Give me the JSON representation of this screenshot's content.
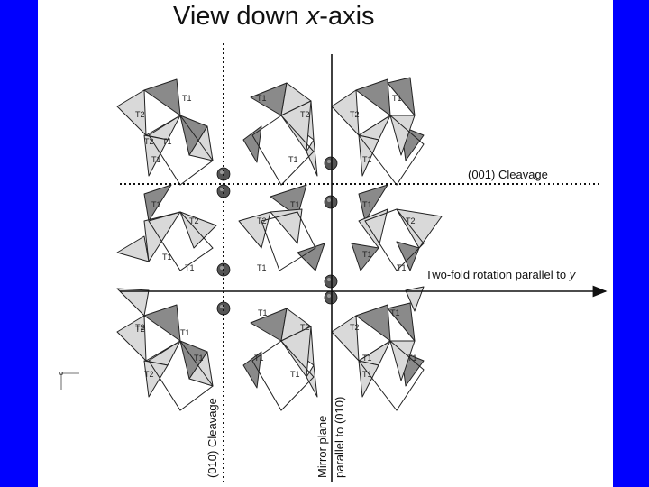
{
  "title": {
    "prefix": "View down ",
    "axis_var": "x",
    "suffix": "-axis"
  },
  "annotations": {
    "cleavage_001": "(001) Cleavage",
    "twofold_prefix": "Two-fold rotation parallel to ",
    "twofold_axis": "y",
    "cleavage_010": "(010) Cleavage",
    "mirror_line1": "Mirror plane",
    "mirror_line2": "parallel to (010)"
  },
  "tetra_labels": [
    {
      "t": "T1"
    },
    {
      "t": "T1"
    },
    {
      "t": "T1"
    },
    {
      "t": "T1"
    },
    {
      "t": "T2"
    },
    {
      "t": "T2"
    },
    {
      "t": "T2"
    },
    {
      "t": "T2"
    },
    {
      "t": "T2"
    },
    {
      "t": "T2"
    },
    {
      "t": "T1"
    },
    {
      "t": "T1"
    },
    {
      "t": "T1"
    },
    {
      "t": "T1"
    },
    {
      "t": "T1"
    },
    {
      "t": "T1"
    },
    {
      "t": "T2"
    },
    {
      "t": "T2"
    },
    {
      "t": "T1"
    },
    {
      "t": "T1"
    },
    {
      "t": "T1"
    },
    {
      "t": "T1"
    },
    {
      "t": "T1"
    },
    {
      "t": "T1"
    },
    {
      "t": "T1"
    },
    {
      "t": "T1"
    },
    {
      "t": "T2"
    },
    {
      "t": "T2"
    },
    {
      "t": "T2"
    },
    {
      "t": "T2"
    },
    {
      "t": "T1"
    },
    {
      "t": "T1"
    },
    {
      "t": "T1"
    },
    {
      "t": "T1"
    },
    {
      "t": "T1"
    },
    {
      "t": "T1"
    }
  ],
  "colors": {
    "frame": "#0000ff",
    "tetra_light": "#d9d9d9",
    "tetra_dark": "#8a8a8a",
    "atom": "#555555"
  }
}
